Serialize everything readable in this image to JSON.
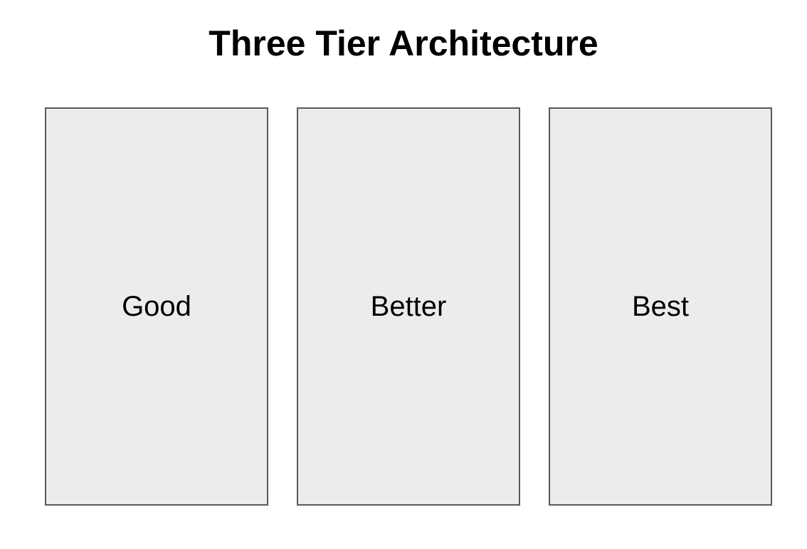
{
  "diagram": {
    "title": "Three Tier Architecture",
    "tiers": [
      {
        "label": "Good"
      },
      {
        "label": "Better"
      },
      {
        "label": "Best"
      }
    ],
    "colors": {
      "background": "#ffffff",
      "box_fill": "#ececec",
      "box_border": "#595959",
      "text": "#000000"
    }
  }
}
